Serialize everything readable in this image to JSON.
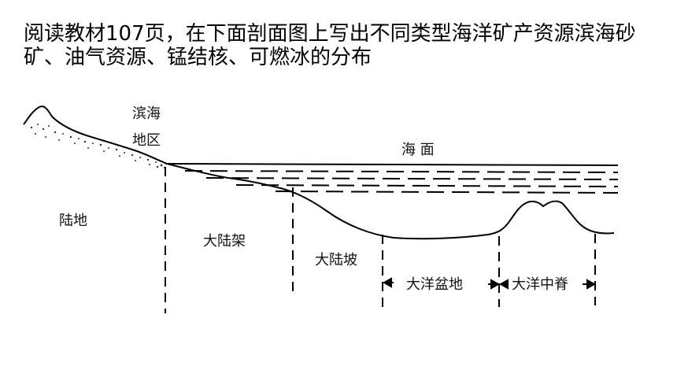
{
  "instruction": "阅读教材107页，在下面剖面图上写出不同类型海洋矿产资源滨海砂矿、油气资源、锰结核、可燃冰的分布",
  "diagram": {
    "labels": {
      "coast_line1": "滨海",
      "coast_line2": "地区",
      "sea_surface": "海 面",
      "land": "陆地",
      "shelf": "大陆架",
      "slope": "大陆坡",
      "basin": "大洋盆地",
      "ridge": "大洋中脊"
    }
  }
}
